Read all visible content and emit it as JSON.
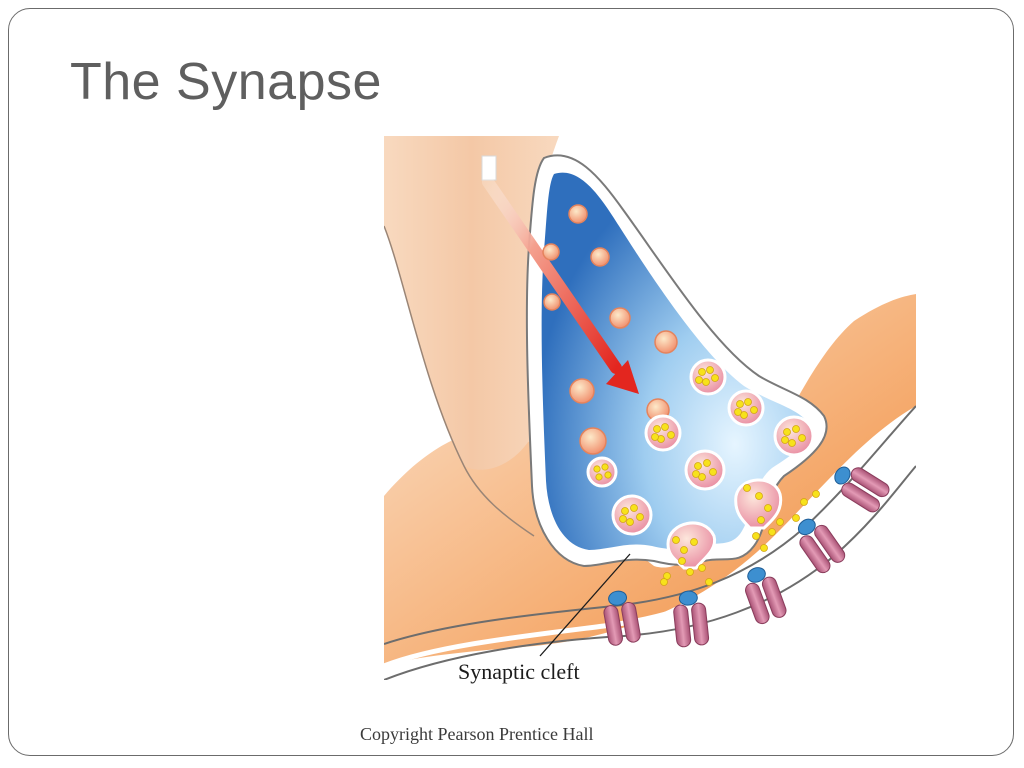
{
  "slide": {
    "title": "The Synapse",
    "copyright": "Copyright Pearson Prentice Hall"
  },
  "diagram": {
    "label": "Synaptic cleft",
    "colors": {
      "axon": "#f6d3b6",
      "terminal_fill": "#3a7cc4",
      "terminal_light": "#cfe9fb",
      "postsynaptic": "#f6a35c",
      "vesicle": "#f4b6a4",
      "neurotransmitter": "#f7e21b",
      "receptor": "#c7718f",
      "receptor_cap": "#3d8fd0",
      "arrow": "#e8322e"
    }
  }
}
